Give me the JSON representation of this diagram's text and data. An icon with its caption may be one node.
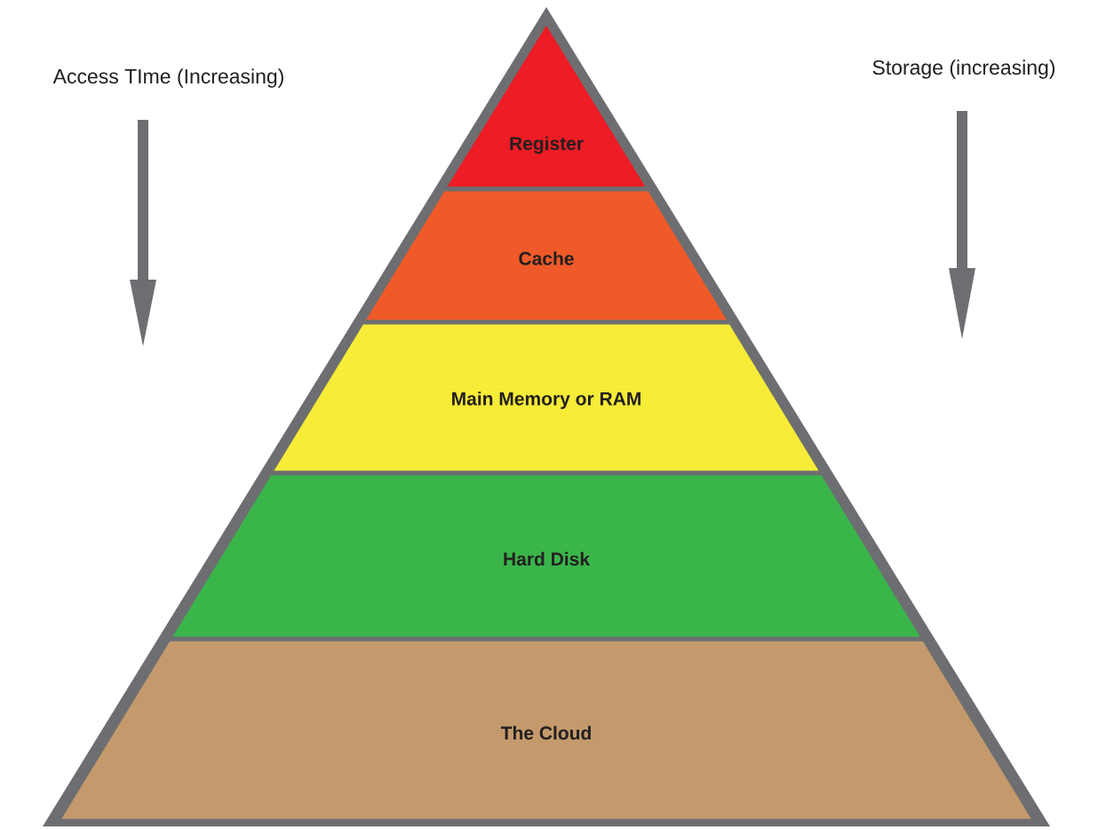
{
  "diagram": {
    "nodes": [
      {
        "text": [
          "Register"
        ]
      },
      {
        "text": [
          "Cache"
        ]
      },
      {
        "text": [
          "Main Memory or RAM"
        ]
      },
      {
        "text": [
          "Hard Disk"
        ]
      },
      {
        "text": [
          "The Cloud"
        ]
      }
    ],
    "labels": [
      "Access TIme (Increasing)",
      "Storage (increasing)"
    ]
  }
}
